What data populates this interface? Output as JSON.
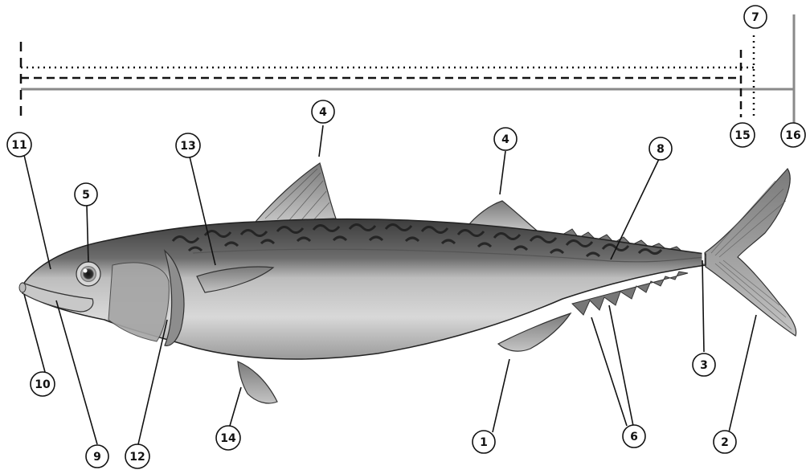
{
  "colors": {
    "ink": "#111111",
    "measure_line": "#8a8a8a",
    "body_light": "#d9d9d9",
    "body_mid": "#a9a9a9",
    "back_dark": "#4a4a4a"
  },
  "callouts": [
    {
      "id": "c1",
      "label": "1"
    },
    {
      "id": "c2",
      "label": "2"
    },
    {
      "id": "c3",
      "label": "3"
    },
    {
      "id": "c4a",
      "label": "4"
    },
    {
      "id": "c4b",
      "label": "4"
    },
    {
      "id": "c5",
      "label": "5"
    },
    {
      "id": "c6",
      "label": "6"
    },
    {
      "id": "c7",
      "label": "7"
    },
    {
      "id": "c8",
      "label": "8"
    },
    {
      "id": "c9",
      "label": "9"
    },
    {
      "id": "c10",
      "label": "10"
    },
    {
      "id": "c11",
      "label": "11"
    },
    {
      "id": "c12",
      "label": "12"
    },
    {
      "id": "c13",
      "label": "13"
    },
    {
      "id": "c14",
      "label": "14"
    },
    {
      "id": "c15",
      "label": "15"
    },
    {
      "id": "c16",
      "label": "16"
    }
  ]
}
